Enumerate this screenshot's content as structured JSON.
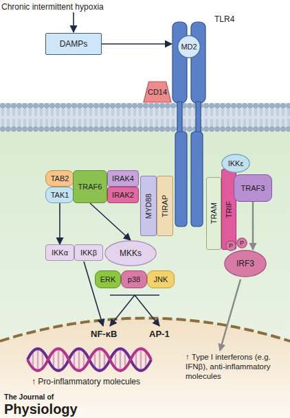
{
  "diagram": {
    "nodes": [
      {
        "text": [
          "DAMPs"
        ]
      },
      {
        "text": [
          "TLR4"
        ]
      },
      {
        "text": [
          "MD2"
        ],
        "in": 1
      },
      {
        "text": [
          "CD14"
        ]
      },
      {
        "text": [
          "TAB2"
        ]
      },
      {
        "text": [
          "TAK1"
        ]
      },
      {
        "text": [
          "TRAF6"
        ]
      },
      {
        "text": [
          "IRAK4"
        ]
      },
      {
        "text": [
          "IRAK2"
        ]
      },
      {
        "text": [
          "MYD88"
        ]
      },
      {
        "text": [
          "TIRAP"
        ]
      },
      {
        "text": [
          "TRAM"
        ]
      },
      {
        "text": [
          "TRIF"
        ]
      },
      {
        "text": [
          "IKKε"
        ]
      },
      {
        "text": [
          "TRAF3"
        ]
      },
      {
        "text": [
          "IKKα"
        ]
      },
      {
        "text": [
          "IKKβ"
        ]
      },
      {
        "text": [
          "MKKs"
        ]
      },
      {
        "text": [
          "ERK"
        ]
      },
      {
        "text": [
          "p38"
        ]
      },
      {
        "text": [
          "JNK"
        ]
      },
      {
        "text": [
          "IRF3"
        ]
      },
      {
        "text": [
          "P"
        ]
      },
      {
        "text": [
          "P"
        ]
      }
    ],
    "edges": [
      {
        "from": 0,
        "to": 1,
        "arrow": "to"
      },
      {
        "from": 5,
        "to": 15,
        "arrow": "to"
      },
      {
        "from": 6,
        "to": 17,
        "arrow": "to"
      },
      {
        "from": 14,
        "to": 21,
        "arrow": "to"
      }
    ],
    "labels": [
      "Chronic intermittent hypoxia",
      "NF-κB",
      "AP-1",
      "↑ Pro-inflammatory molecules",
      "↑ Type I interferons (e.g. IFNβ), anti-inflammatory molecules",
      "The Journal of",
      "Physiology"
    ]
  }
}
